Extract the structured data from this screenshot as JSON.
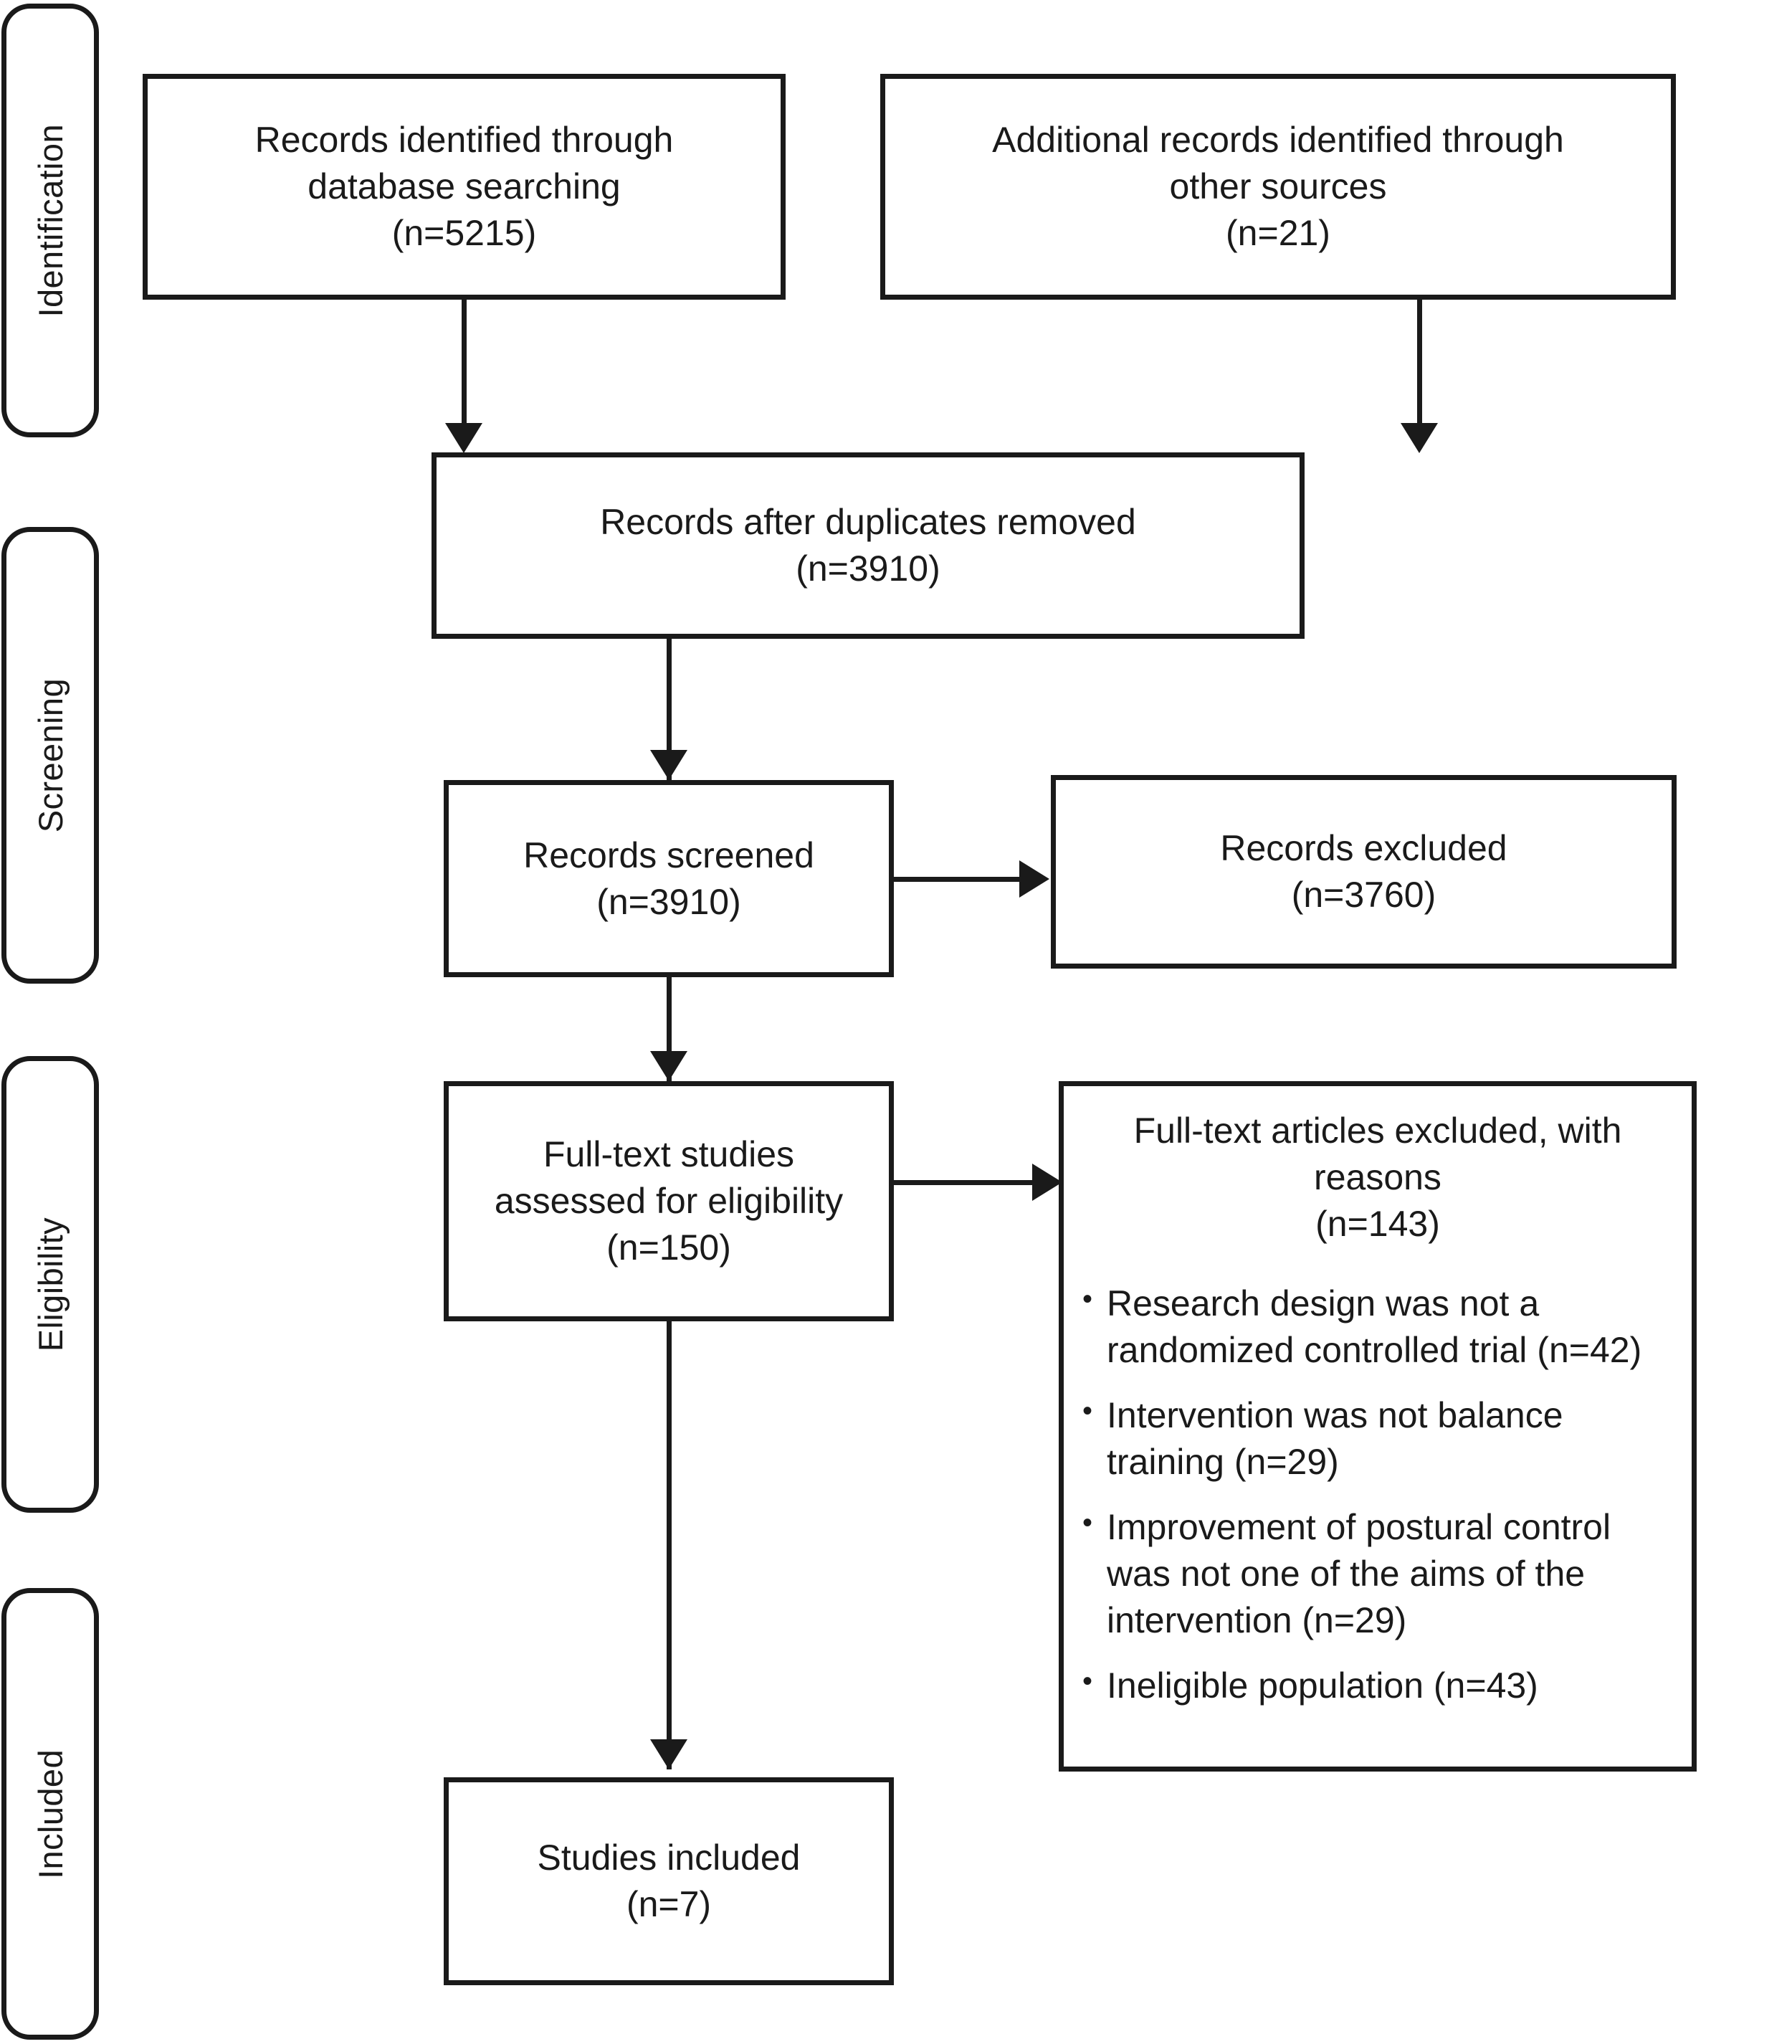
{
  "diagram": {
    "type": "prisma-flow-diagram",
    "stages": [
      {
        "id": "identification",
        "label": "Identification"
      },
      {
        "id": "screening",
        "label": "Screening"
      },
      {
        "id": "eligibility",
        "label": "Eligibility"
      },
      {
        "id": "included",
        "label": "Included"
      }
    ],
    "boxes": {
      "database_search": {
        "line1": "Records identified through",
        "line2": "database searching",
        "line3": "(n=5215)"
      },
      "other_sources": {
        "line1": "Additional records identified through",
        "line2": "other sources",
        "line3": "(n=21)"
      },
      "duplicates_removed": {
        "line1": "Records after duplicates removed",
        "line2": "(n=3910)"
      },
      "records_screened": {
        "line1": "Records screened",
        "line2": "(n=3910)"
      },
      "records_excluded": {
        "line1": "Records excluded",
        "line2": "(n=3760)"
      },
      "fulltext_assessed": {
        "line1": "Full-text studies",
        "line2": "assessed for eligibility",
        "line3": "(n=150)"
      },
      "studies_included": {
        "line1": "Studies included",
        "line2": "(n=7)"
      },
      "fulltext_excluded": {
        "head_line1": "Full-text articles excluded, with reasons",
        "head_line2": "(n=143)",
        "bullet_glyph": "•",
        "reasons": [
          "Research design was not a randomized controlled trial (n=42)",
          "Intervention was not balance training (n=29)",
          "Improvement of postural control was not one of the aims of the intervention (n=29)",
          "Ineligible population (n=43)"
        ]
      }
    },
    "chart_data": {
      "type": "table",
      "title": "PRISMA flow of study selection",
      "categories": [
        "Records identified through database searching",
        "Additional records identified through other sources",
        "Records after duplicates removed",
        "Records screened",
        "Records excluded",
        "Full-text studies assessed for eligibility",
        "Full-text articles excluded, with reasons",
        "Studies included"
      ],
      "values": [
        5215,
        21,
        3910,
        3910,
        3760,
        150,
        143,
        7
      ],
      "exclusion_reason_categories": [
        "Research design was not a randomized controlled trial",
        "Intervention was not balance training",
        "Improvement of postural control was not one of the aims of the intervention",
        "Ineligible population"
      ],
      "exclusion_reason_values": [
        42,
        29,
        29,
        43
      ]
    },
    "colors": {
      "stroke": "#1a1a1a",
      "fill": "#ffffff"
    }
  }
}
